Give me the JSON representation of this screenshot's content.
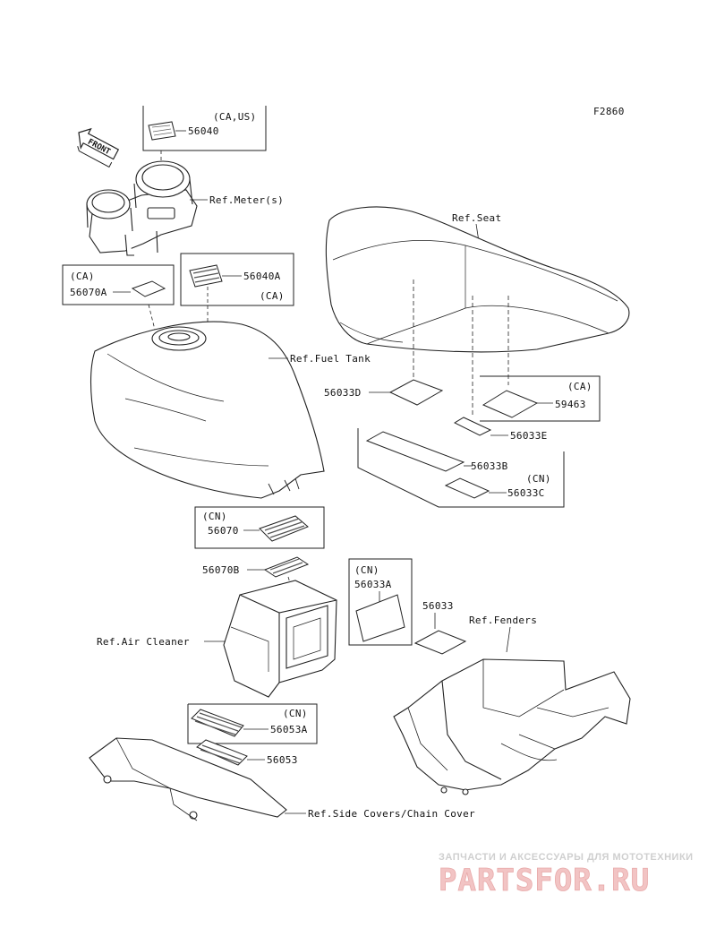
{
  "figure_code": "F2860",
  "front_label": "FRONT",
  "boxes": {
    "meter_region": "(CA,US)",
    "tank_left_region": "(CA)",
    "tank_right_region": "(CA)",
    "seat_region": "(CA)",
    "seat_cn_region": "(CN)",
    "aircleaner_region": "(CN)",
    "fender_region": "(CN)",
    "sidecover_region": "(CN)"
  },
  "parts": {
    "p56040": "56040",
    "p56040A": "56040A",
    "p56070A": "56070A",
    "p56033D": "56033D",
    "p59463": "59463",
    "p56033E": "56033E",
    "p56033B": "56033B",
    "p56033C": "56033C",
    "p56070": "56070",
    "p56070B": "56070B",
    "p56033A": "56033A",
    "p56033": "56033",
    "p56053A": "56053A",
    "p56053": "56053"
  },
  "refs": {
    "meter": "Ref.Meter(s)",
    "fuel_tank": "Ref.Fuel Tank",
    "seat": "Ref.Seat",
    "air_cleaner": "Ref.Air Cleaner",
    "fenders": "Ref.Fenders",
    "side_covers": "Ref.Side Covers/Chain Cover"
  },
  "watermark": {
    "tagline": "ЗАПЧАСТИ И АКСЕССУАРЫ ДЛЯ МОТОТЕХНИКИ",
    "brand": "PARTSFOR.RU"
  },
  "colors": {
    "line": "#222222",
    "watermark_red": "#e8a9a9",
    "watermark_grey": "#cfcfcf"
  }
}
